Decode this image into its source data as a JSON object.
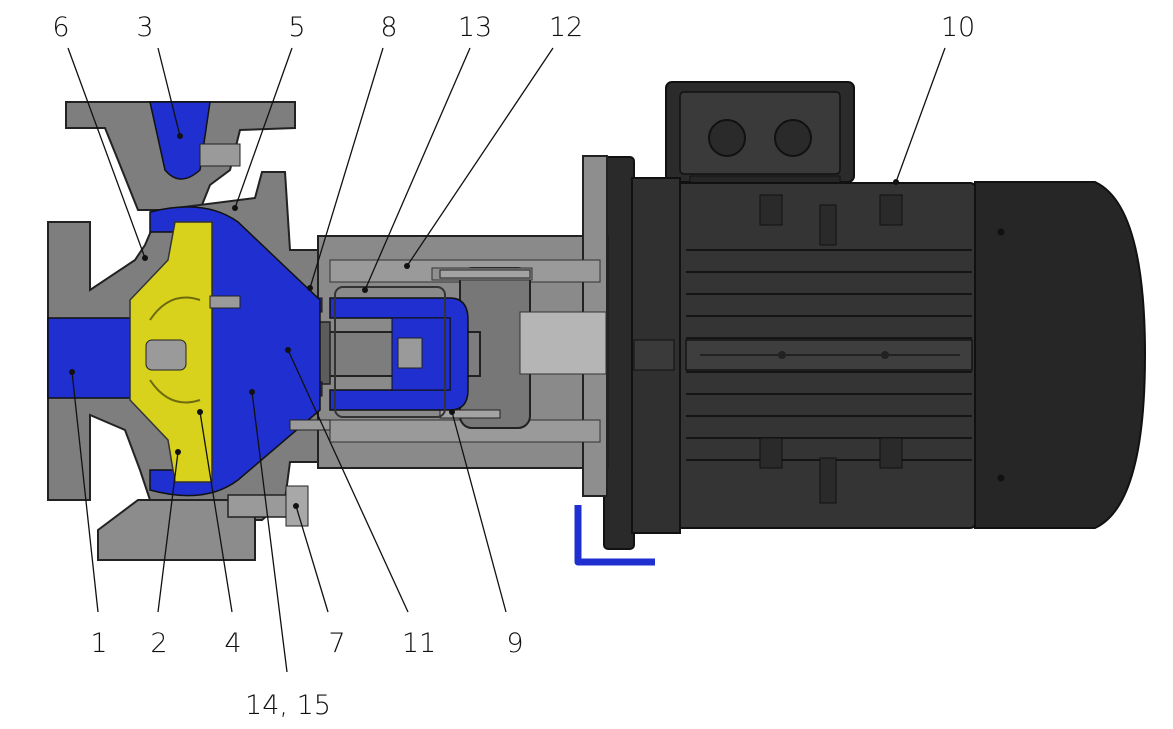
{
  "callouts": {
    "c1": "1",
    "c2": "2",
    "c3": "3",
    "c4": "4",
    "c5": "5",
    "c6": "6",
    "c7": "7",
    "c8": "8",
    "c9": "9",
    "c10": "10",
    "c11": "11",
    "c12": "12",
    "c13": "13",
    "c14_15": "14, 15"
  },
  "colors": {
    "casing": "#7e7e7e",
    "casing_dark": "#5a5a5a",
    "wetted_blue": "#1f2fd0",
    "impeller_yellow": "#d8d21c",
    "motor": "#2f2f2f",
    "motor_dark": "#1e1e1e",
    "shaft": "#8c8c8c"
  }
}
